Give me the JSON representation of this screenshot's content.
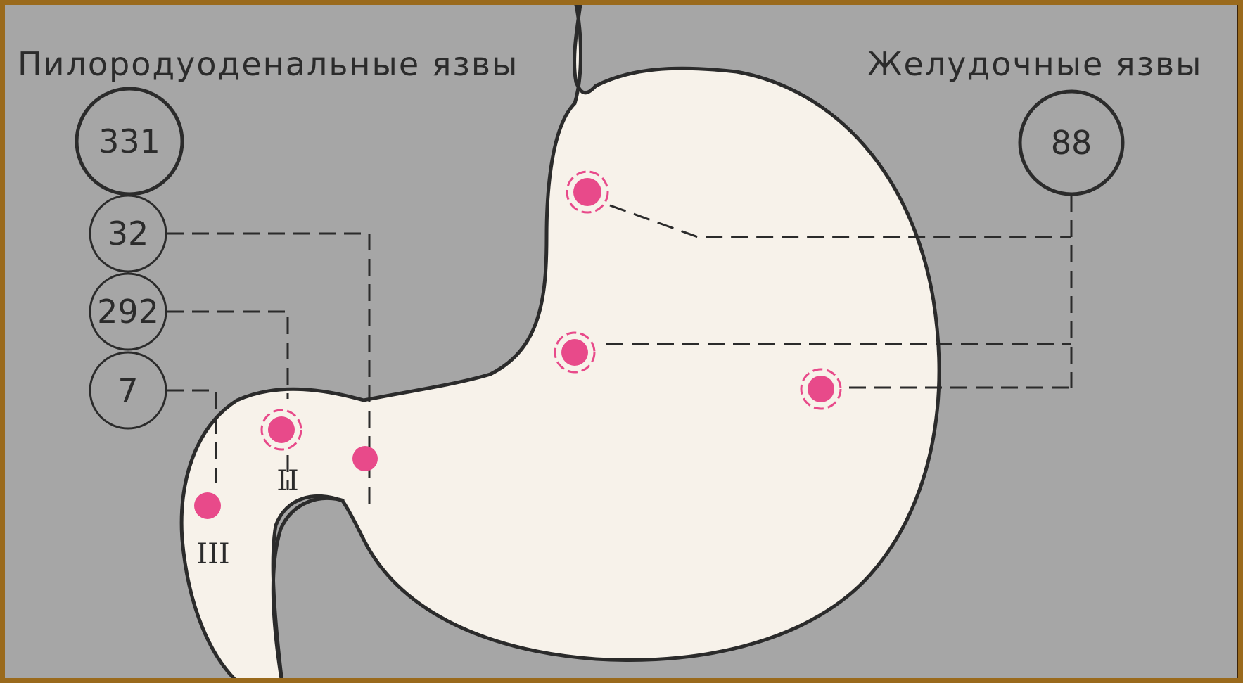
{
  "titles": {
    "left": "Пилородуоденальные язвы",
    "right": "Желудочные язвы"
  },
  "counts": {
    "pyloroduodenal_total": "331",
    "type_1": "32",
    "type_2": "292",
    "type_3": "7",
    "gastric_total": "88"
  },
  "markers": {
    "type_2": "II",
    "type_3": "III"
  },
  "colors": {
    "background": "#a6a6a6",
    "stomach": "#f7f2ea",
    "ulcer": "#e84a8a",
    "outline": "#2b2b2b",
    "frame": "#9a6a1c"
  }
}
